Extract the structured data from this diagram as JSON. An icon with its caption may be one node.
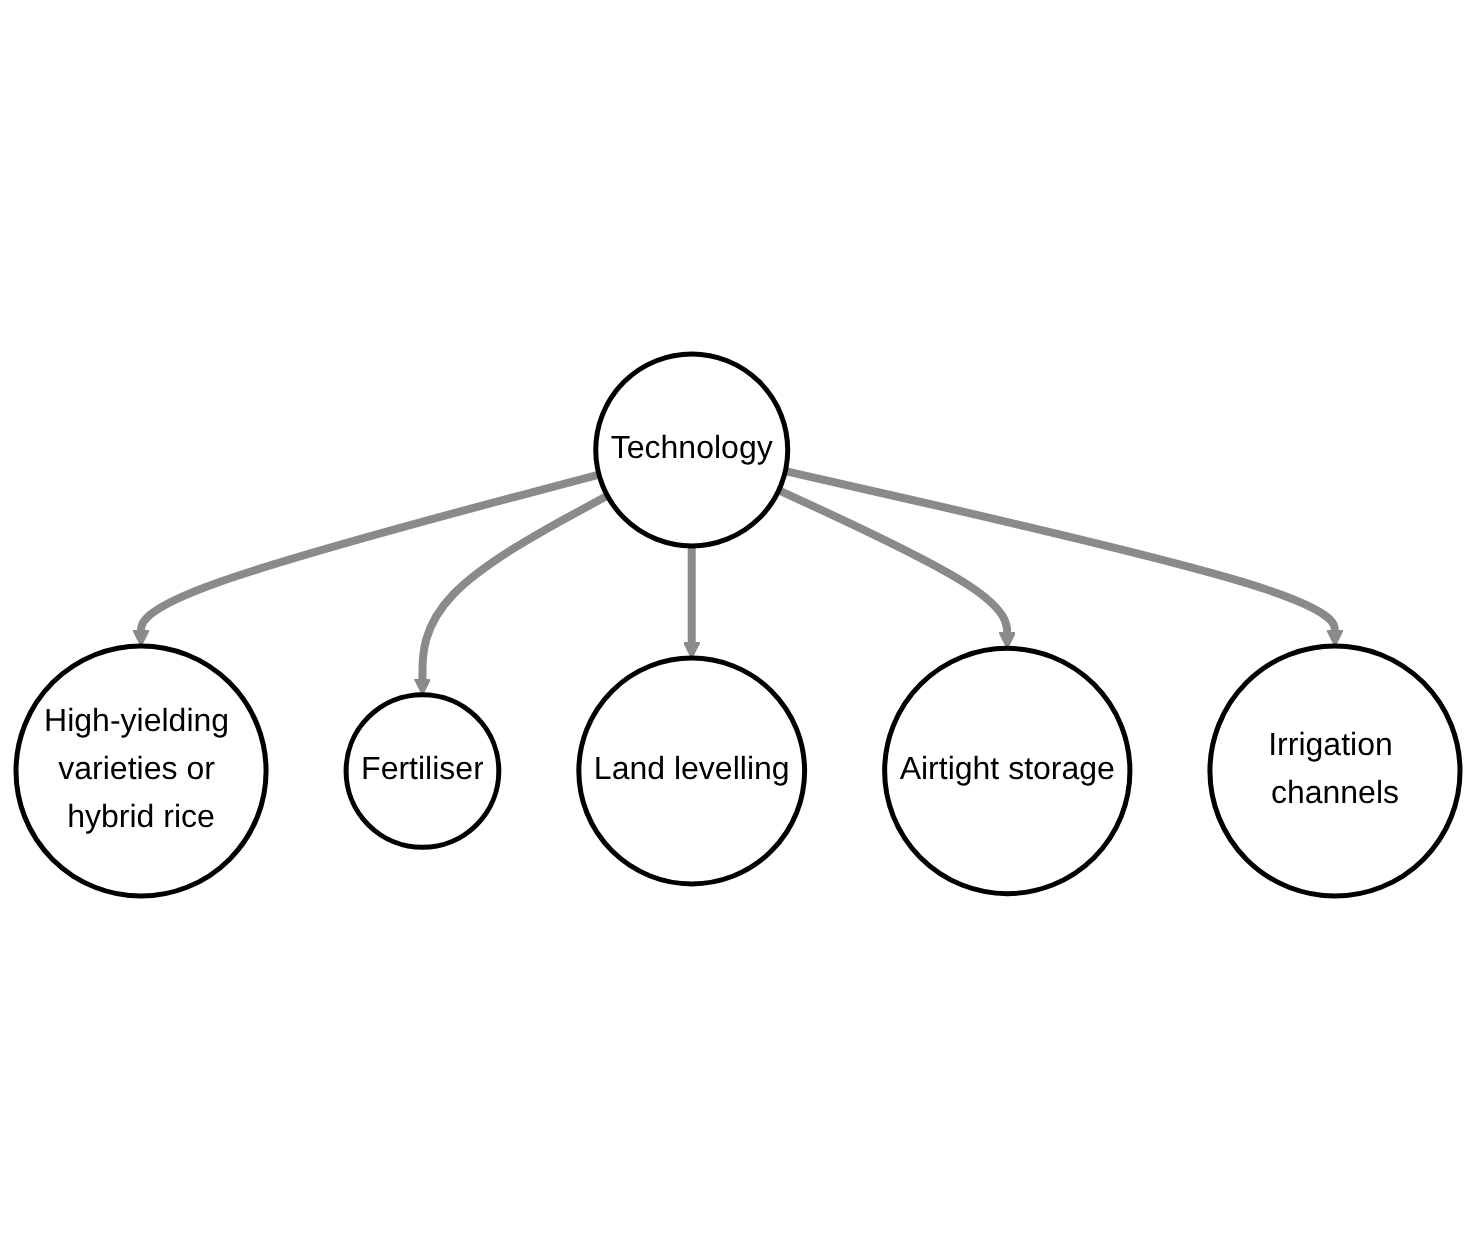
{
  "diagram": {
    "nodes": [
      {
        "text": [
          "Technology"
        ]
      },
      {
        "text": [
          "High-yielding varieties or hybrid rice"
        ]
      },
      {
        "text": [
          "Fertiliser"
        ]
      },
      {
        "text": [
          "Land levelling"
        ]
      },
      {
        "text": [
          "Airtight storage"
        ]
      },
      {
        "text": [
          "Irrigation channels"
        ]
      }
    ],
    "edges": [
      {
        "from": 0,
        "to": 1,
        "arrow": "to"
      },
      {
        "from": 0,
        "to": 2,
        "arrow": "to"
      },
      {
        "from": 0,
        "to": 3,
        "arrow": "to"
      },
      {
        "from": 0,
        "to": 4,
        "arrow": "to"
      },
      {
        "from": 0,
        "to": 5,
        "arrow": "to"
      }
    ]
  }
}
